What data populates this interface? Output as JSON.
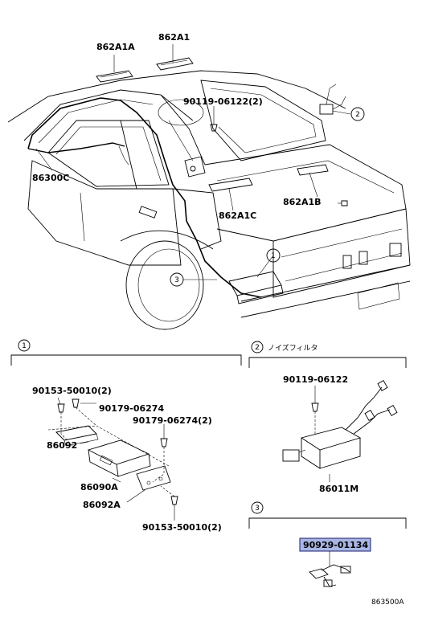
{
  "labels": {
    "p862A1A": "862A1A",
    "p862A1": "862A1",
    "p90119_06122_2": "90119-06122(2)",
    "p86300C": "86300C",
    "p862A1C": "862A1C",
    "p862A1B": "862A1B",
    "p90153_50010_2a": "90153-50010(2)",
    "p90179_06274": "90179-06274",
    "p90179_06274_2": "90179-06274(2)",
    "p86092": "86092",
    "p86090A": "86090A",
    "p86092A": "86092A",
    "p90153_50010_2b": "90153-50010(2)",
    "p90119_06122": "90119-06122",
    "p86011M": "86011M",
    "p90929_01134": "90929-01134"
  },
  "callouts": {
    "c1": "1",
    "c2": "2",
    "c3": "3"
  },
  "sections": {
    "s1_num": "1",
    "s2_num": "2",
    "s2_title": "ノイズフィルタ",
    "s3_num": "3"
  },
  "highlight_color": "#a9b6e4",
  "footer": "863500A"
}
